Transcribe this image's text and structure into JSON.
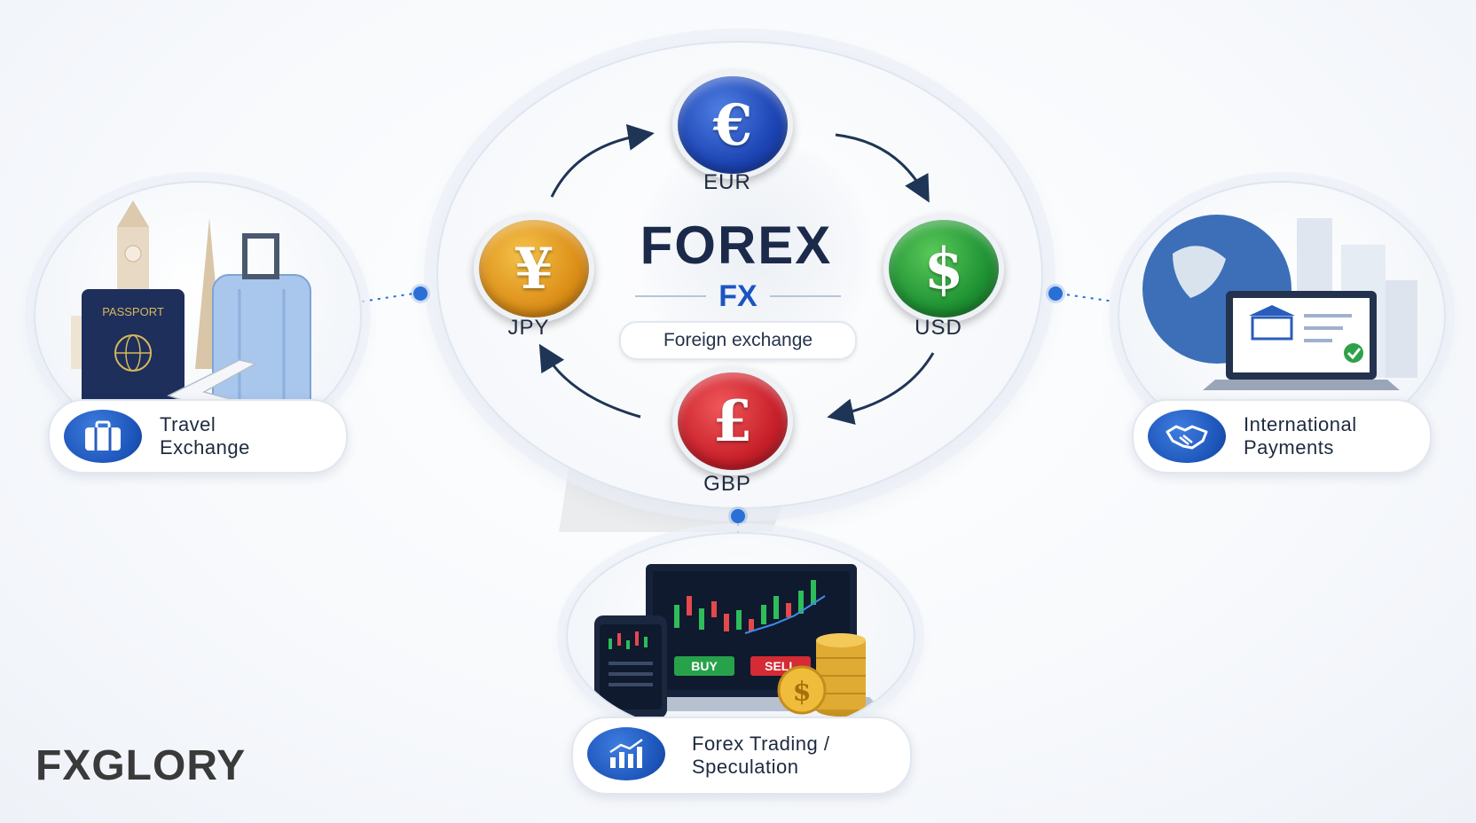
{
  "center": {
    "title": "FOREX",
    "subtitle": "FX",
    "pill": "Foreign exchange"
  },
  "currencies": {
    "eur": {
      "symbol": "€",
      "label": "EUR"
    },
    "usd": {
      "symbol": "$",
      "label": "USD"
    },
    "gbp": {
      "symbol": "£",
      "label": "GBP"
    },
    "jpy": {
      "symbol": "¥",
      "label": "JPY"
    }
  },
  "uses": {
    "travel": {
      "line1": "Travel",
      "line2": "Exchange",
      "icon": "briefcase-icon"
    },
    "payments": {
      "line1": "International",
      "line2": "Payments",
      "icon": "handshake-icon"
    },
    "trading": {
      "line1": "Forex Trading /",
      "line2": "Speculation",
      "icon": "bar-chart-icon"
    }
  },
  "illustrations": {
    "passport": "PASSPORT",
    "buy": "BUY",
    "sell": "SELL",
    "coin_symbol": "$"
  },
  "brand": {
    "name": "FXGLORY"
  },
  "colors": {
    "eur": "#1c44b4",
    "usd": "#1f9233",
    "gbp": "#c8202a",
    "jpy": "#dc8f18",
    "accent": "#2a6fd6",
    "title": "#1b2a4a",
    "fx": "#1c55c2"
  }
}
